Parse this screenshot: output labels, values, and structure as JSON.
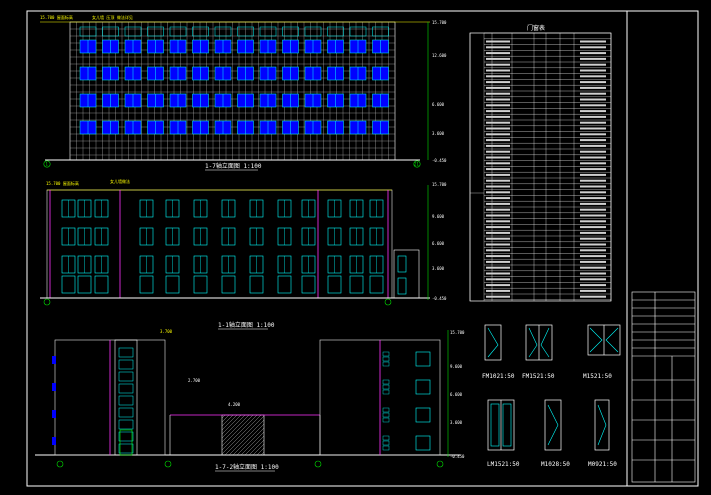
{
  "drawing": {
    "elevation_1_title": "1-7轴立面图 1:100",
    "elevation_2_title": "1-1轴立面图 1:100",
    "elevation_3_title": "1-7-2轴立面图 1:100",
    "schedule_title": "门窗表",
    "grid_axis_1": "1",
    "grid_axis_2": "21",
    "level_top": "15.700",
    "level_f5": "12.600",
    "level_f4": "9.600",
    "level_f3": "6.600",
    "level_f2": "3.600",
    "level_ground": "-0.450",
    "section_dim_1": "2.700",
    "section_dim_2": "4.200",
    "section_dim_3": "3.700",
    "door_labels": [
      "FM1021:50",
      "FM1521:50",
      "M1521:50",
      "LM1521:50",
      "M1028:50",
      "M0921:50"
    ]
  }
}
